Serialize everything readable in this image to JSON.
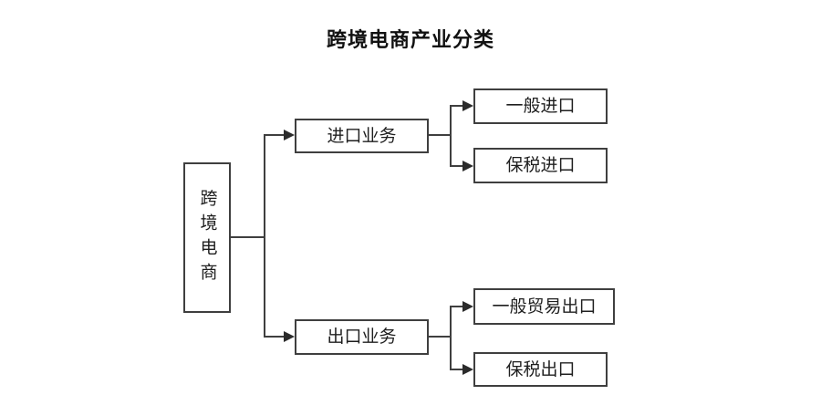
{
  "diagram": {
    "title": "跨境电商产业分类",
    "root": {
      "label": "跨境电商"
    },
    "branches": [
      {
        "label": "进口业务",
        "children": [
          {
            "label": "一般进口"
          },
          {
            "label": "保税进口"
          }
        ]
      },
      {
        "label": "出口业务",
        "children": [
          {
            "label": "一般贸易出口"
          },
          {
            "label": "保税出口"
          }
        ]
      }
    ]
  },
  "colors": {
    "line": "#3f3f3f",
    "arrow": "#2b2b2b",
    "text": "#1f1f1f",
    "bg": "#ffffff"
  }
}
